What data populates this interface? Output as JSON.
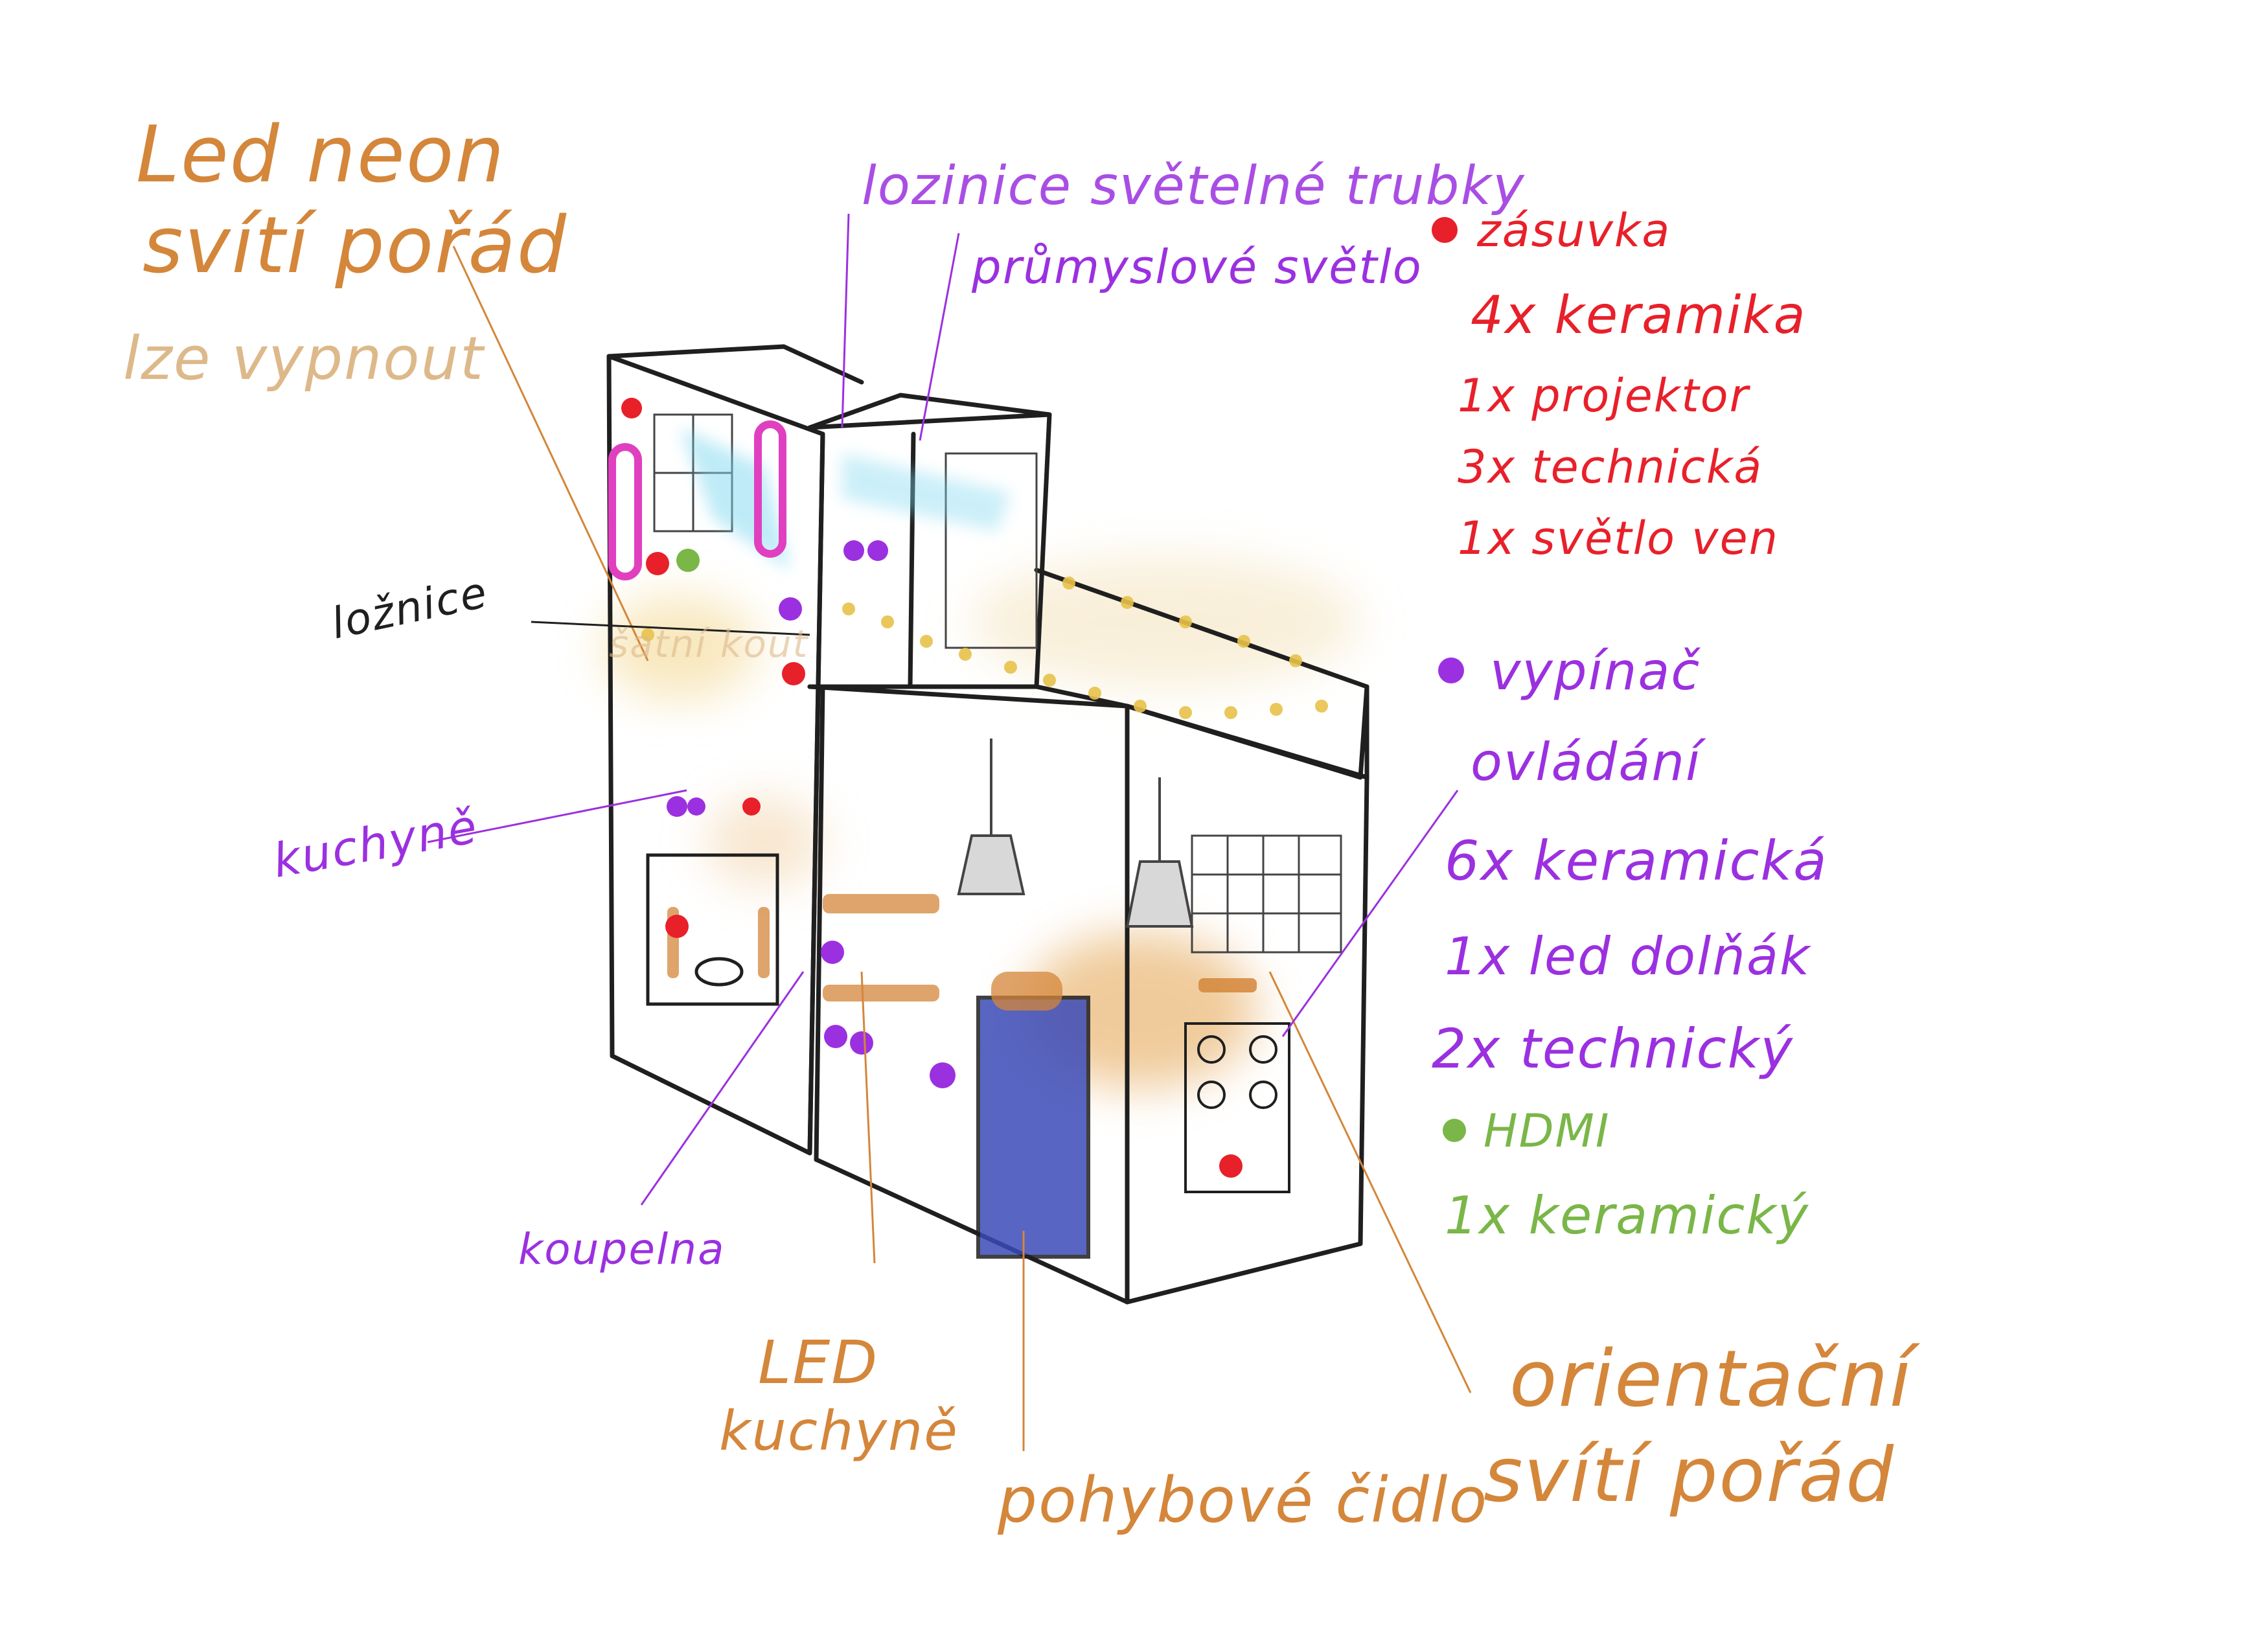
{
  "colors": {
    "orange": "#d4863a",
    "purple": "#9b30e0",
    "red": "#e8202a",
    "green": "#7ab648",
    "black": "#1f1f1f",
    "blue": "#3b4bb8",
    "cyan": "#7fd8f0",
    "magenta": "#e040c0",
    "yellow": "#e8c24a"
  },
  "annotations": {
    "led_neon_line1": "Led neon",
    "led_neon_line2": "svítí pořád",
    "led_neon_line3": "lze vypnout",
    "tube_lights_line1": "lozinice světelné trubky",
    "tube_lights_line2": "průmyslové světlo",
    "bedroom": "ložnice",
    "kitchen": "kuchyně",
    "bathroom": "koupelna",
    "led_strips_line1": "LED",
    "led_strips_line2": "kuchyně",
    "motion_sensor": "pohybové čidlo",
    "orientation_line1": "orientační",
    "orientation_line2": "svítí pořád",
    "faded_label": "šatní kout"
  },
  "legend": {
    "red": {
      "title": "zásuvka",
      "items": [
        "4x keramika",
        "1x projektor",
        "3x technická",
        "1x světlo ven"
      ]
    },
    "purple": {
      "title_line1": "vypínač",
      "title_line2": "ovládání",
      "items": [
        "6x keramická",
        "1x led dolňák",
        "2x technický"
      ]
    },
    "green": {
      "title": "HDMI",
      "items": [
        "1x keramický"
      ]
    }
  }
}
